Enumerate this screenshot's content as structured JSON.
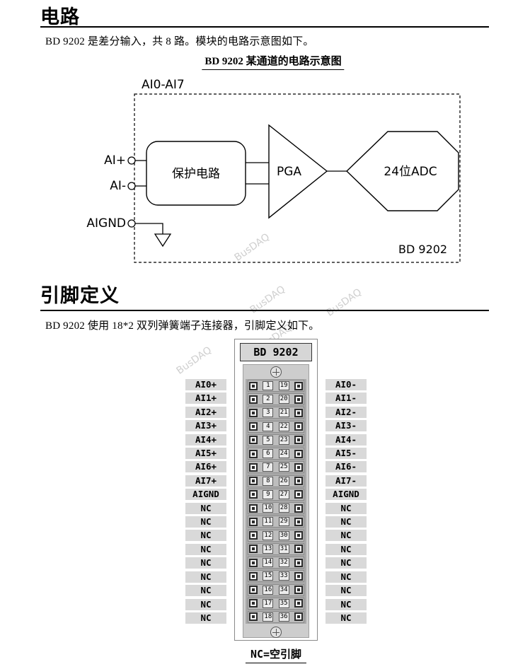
{
  "watermark": "BusDAQ",
  "sections": {
    "circuit": {
      "title": "电路",
      "paragraph": "BD 9202 是差分输入，共 8 路。模块的电路示意图如下。",
      "figure_caption": "BD 9202 某通道的电路示意图"
    },
    "pins": {
      "title": "引脚定义",
      "paragraph": "BD 9202 使用 18*2 双列弹簧端子连接器，引脚定义如下。",
      "note": "NC=空引脚"
    }
  },
  "circuit_diagram": {
    "group_label": "AI0-AI7",
    "input_ai_plus": "AI+",
    "input_ai_minus": "AI-",
    "input_aignd": "AIGND",
    "protection_block": "保护电路",
    "pga_block": "PGA",
    "adc_block": "24位ADC",
    "board_label": "BD 9202"
  },
  "connector": {
    "header": "BD 9202",
    "rows": [
      {
        "left_label": "AI0+",
        "left_pin": "1",
        "right_pin": "19",
        "right_label": "AI0-"
      },
      {
        "left_label": "AI1+",
        "left_pin": "2",
        "right_pin": "20",
        "right_label": "AI1-"
      },
      {
        "left_label": "AI2+",
        "left_pin": "3",
        "right_pin": "21",
        "right_label": "AI2-"
      },
      {
        "left_label": "AI3+",
        "left_pin": "4",
        "right_pin": "22",
        "right_label": "AI3-"
      },
      {
        "left_label": "AI4+",
        "left_pin": "5",
        "right_pin": "23",
        "right_label": "AI4-"
      },
      {
        "left_label": "AI5+",
        "left_pin": "6",
        "right_pin": "24",
        "right_label": "AI5-"
      },
      {
        "left_label": "AI6+",
        "left_pin": "7",
        "right_pin": "25",
        "right_label": "AI6-"
      },
      {
        "left_label": "AI7+",
        "left_pin": "8",
        "right_pin": "26",
        "right_label": "AI7-"
      },
      {
        "left_label": "AIGND",
        "left_pin": "9",
        "right_pin": "27",
        "right_label": "AIGND"
      },
      {
        "left_label": "NC",
        "left_pin": "10",
        "right_pin": "28",
        "right_label": "NC"
      },
      {
        "left_label": "NC",
        "left_pin": "11",
        "right_pin": "29",
        "right_label": "NC"
      },
      {
        "left_label": "NC",
        "left_pin": "12",
        "right_pin": "30",
        "right_label": "NC"
      },
      {
        "left_label": "NC",
        "left_pin": "13",
        "right_pin": "31",
        "right_label": "NC"
      },
      {
        "left_label": "NC",
        "left_pin": "14",
        "right_pin": "32",
        "right_label": "NC"
      },
      {
        "left_label": "NC",
        "left_pin": "15",
        "right_pin": "33",
        "right_label": "NC"
      },
      {
        "left_label": "NC",
        "left_pin": "16",
        "right_pin": "34",
        "right_label": "NC"
      },
      {
        "left_label": "NC",
        "left_pin": "17",
        "right_pin": "35",
        "right_label": "NC"
      },
      {
        "left_label": "NC",
        "left_pin": "18",
        "right_pin": "36",
        "right_label": "NC"
      }
    ]
  }
}
